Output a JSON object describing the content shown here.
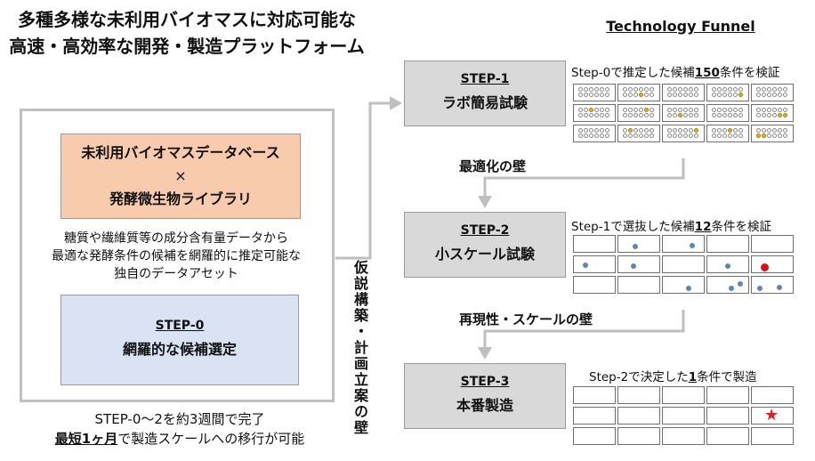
{
  "header": {
    "title_line1": "多種多様な未利用バイオマスに対応可能な",
    "title_line2": "高速・高効率な開発・製造プラットフォーム",
    "funnel_title": "Technology Funnel"
  },
  "left_panel": {
    "database_line1": "未利用バイオマスデータベース",
    "database_cross": "×",
    "database_line2": "発酵微生物ライブラリ",
    "dataset_line1": "糖質や繊維質等の成分含有量データから",
    "dataset_line2": "最適な発酵条件の候補を網羅的に推定可能な",
    "dataset_line3": "独自のデータアセット",
    "step0_label": "STEP-0",
    "step0_name": "網羅的な候補選定"
  },
  "summary": {
    "line1": "STEP-0～2を約3週間で完了",
    "line2_bold": "最短1ヶ月",
    "line2_rest": "で製造スケールへの移行が可能"
  },
  "connector_label": "仮説構築・計画立案の壁",
  "steps": [
    {
      "label": "STEP-1",
      "name": "ラボ簡易試験",
      "caption_pre": "Step-0で推定した候補",
      "caption_num": "150",
      "caption_post": "条件を検証"
    },
    {
      "label": "STEP-2",
      "name": "小スケール試験",
      "caption_pre": "Step-1で選抜した候補",
      "caption_num": "12",
      "caption_post": "条件を検証"
    },
    {
      "label": "STEP-3",
      "name": "本番製造",
      "caption_pre": "Step-2で決定した",
      "caption_num": "1",
      "caption_post": "条件で製造"
    }
  ],
  "walls": {
    "wall1": "最適化の壁",
    "wall2": "再現性・スケールの壁"
  },
  "colors": {
    "database_fill": "#f8cbad",
    "step0_fill": "#dae3f3",
    "step_fill": "#d9d9d9",
    "connector": "#bfbfbf",
    "hit_well": "#e3b21c",
    "candidate_dot": "#5b87b4",
    "selected": "#e01010"
  },
  "icons": {
    "plate": "well-plate-icon",
    "candidate": "candidate-dot-icon",
    "final": "star-icon"
  }
}
